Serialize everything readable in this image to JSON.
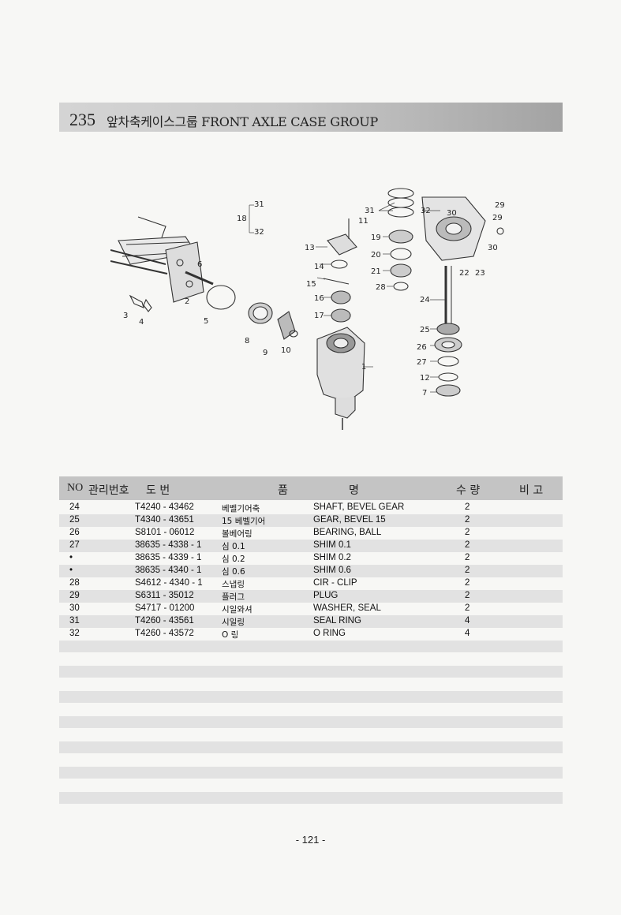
{
  "header": {
    "number": "235",
    "title": "앞차축케이스그룹 FRONT AXLE CASE GROUP"
  },
  "diagram_labels": [
    "1",
    "2",
    "3",
    "4",
    "5",
    "6",
    "7",
    "8",
    "9",
    "10",
    "11",
    "12",
    "13",
    "14",
    "15",
    "16",
    "17",
    "18",
    "19",
    "20",
    "21",
    "22",
    "23",
    "24",
    "25",
    "26",
    "27",
    "28",
    "29",
    "30",
    "31",
    "32",
    "31",
    "32",
    "30",
    "29"
  ],
  "table": {
    "headers": {
      "no": "NO",
      "mgmt": "관리번호",
      "drawing": "도 번",
      "name_kr": "품",
      "name_en": "명",
      "qty": "수 량",
      "remarks": "비 고"
    },
    "rows": [
      {
        "no": "24",
        "part": "T4240 - 43462",
        "kr": "베벨기어축",
        "en": "SHAFT, BEVEL GEAR",
        "qty": "2"
      },
      {
        "no": "25",
        "part": "T4340 - 43651",
        "kr": "15 베벨기어",
        "en": "GEAR, BEVEL 15",
        "qty": "2"
      },
      {
        "no": "26",
        "part": "S8101 - 06012",
        "kr": "볼베어링",
        "en": "BEARING, BALL",
        "qty": "2"
      },
      {
        "no": "27",
        "part": "38635 - 4338 - 1",
        "kr": "심 0.1",
        "en": "SHIM 0.1",
        "qty": "2"
      },
      {
        "no": "•",
        "part": "38635 - 4339 - 1",
        "kr": "심 0.2",
        "en": "SHIM 0.2",
        "qty": "2"
      },
      {
        "no": "•",
        "part": "38635 - 4340 - 1",
        "kr": "심 0.6",
        "en": "SHIM 0.6",
        "qty": "2"
      },
      {
        "no": "28",
        "part": "S4612 - 4340 - 1",
        "kr": "스냅링",
        "en": "CIR - CLIP",
        "qty": "2"
      },
      {
        "no": "29",
        "part": "S6311 - 35012",
        "kr": "플러그",
        "en": "PLUG",
        "qty": "2"
      },
      {
        "no": "30",
        "part": "S4717 - 01200",
        "kr": "시일와셔",
        "en": "WASHER, SEAL",
        "qty": "2"
      },
      {
        "no": "31",
        "part": "T4260 - 43561",
        "kr": "시일링",
        "en": "SEAL RING",
        "qty": "4"
      },
      {
        "no": "32",
        "part": "T4260 - 43572",
        "kr": "O 링",
        "en": "O RING",
        "qty": "4"
      }
    ]
  },
  "footer": {
    "page": "- 121 -"
  }
}
